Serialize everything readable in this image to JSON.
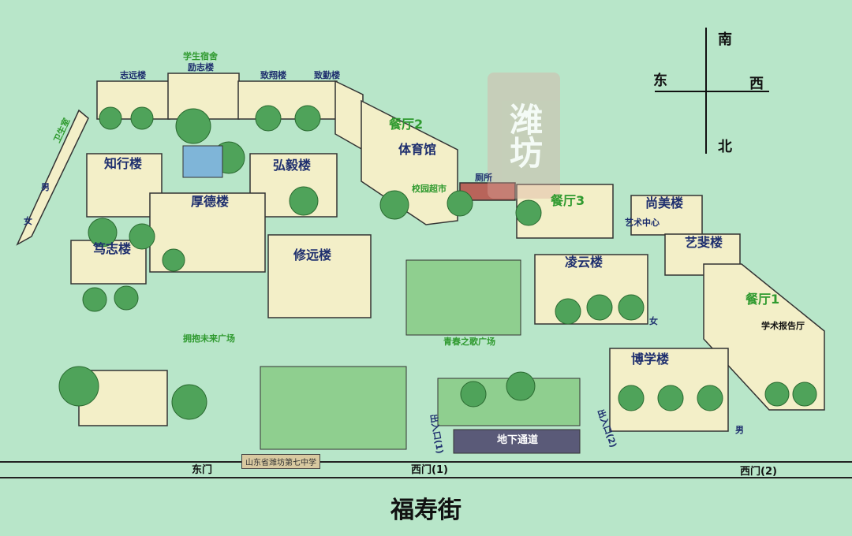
{
  "compass": {
    "north": "北",
    "south": "南",
    "east": "东",
    "west": "西"
  },
  "watermark": "潍坊",
  "street": "福寿街",
  "school_sign": "山东省潍坊第七中学",
  "gates": {
    "east": "东门",
    "west1": "西门(1)",
    "west2": "西门(2)"
  },
  "labels": {
    "dorm": "学生宿舍",
    "lizhi": "励志楼",
    "zhiyuan": "志远楼",
    "zhixiang": "致翔楼",
    "zhiqin": "致勤楼",
    "clinic": "卫生室",
    "male1": "男",
    "female1": "女",
    "zhixing": "知行楼",
    "hongyi": "弘毅楼",
    "houde": "厚德楼",
    "duzhi": "笃志楼",
    "xiuyuan": "修远楼",
    "canting2": "餐厅2",
    "gym": "体育馆",
    "market": "校园超市",
    "toilet": "厕所",
    "canting3": "餐厅3",
    "shangmei": "尚美楼",
    "art": "艺术中心",
    "yifei": "艺斐楼",
    "lingyun": "凌云楼",
    "female2": "女",
    "canting1": "餐厅1",
    "lecture": "学术报告厅",
    "boxue": "博学楼",
    "male2": "男",
    "plaza1": "拥抱未来广场",
    "plaza2": "青春之歌广场",
    "tunnel": "地下通道",
    "exit1": "出入口(1)",
    "exit2": "出入口(2)"
  },
  "colors": {
    "background": "#b8e6c9",
    "building": "#f3efc8",
    "roof": "#e6dfb4",
    "tree": "#4fa35a",
    "label": "#1e2f6e",
    "green_label": "#2f9a2f"
  }
}
